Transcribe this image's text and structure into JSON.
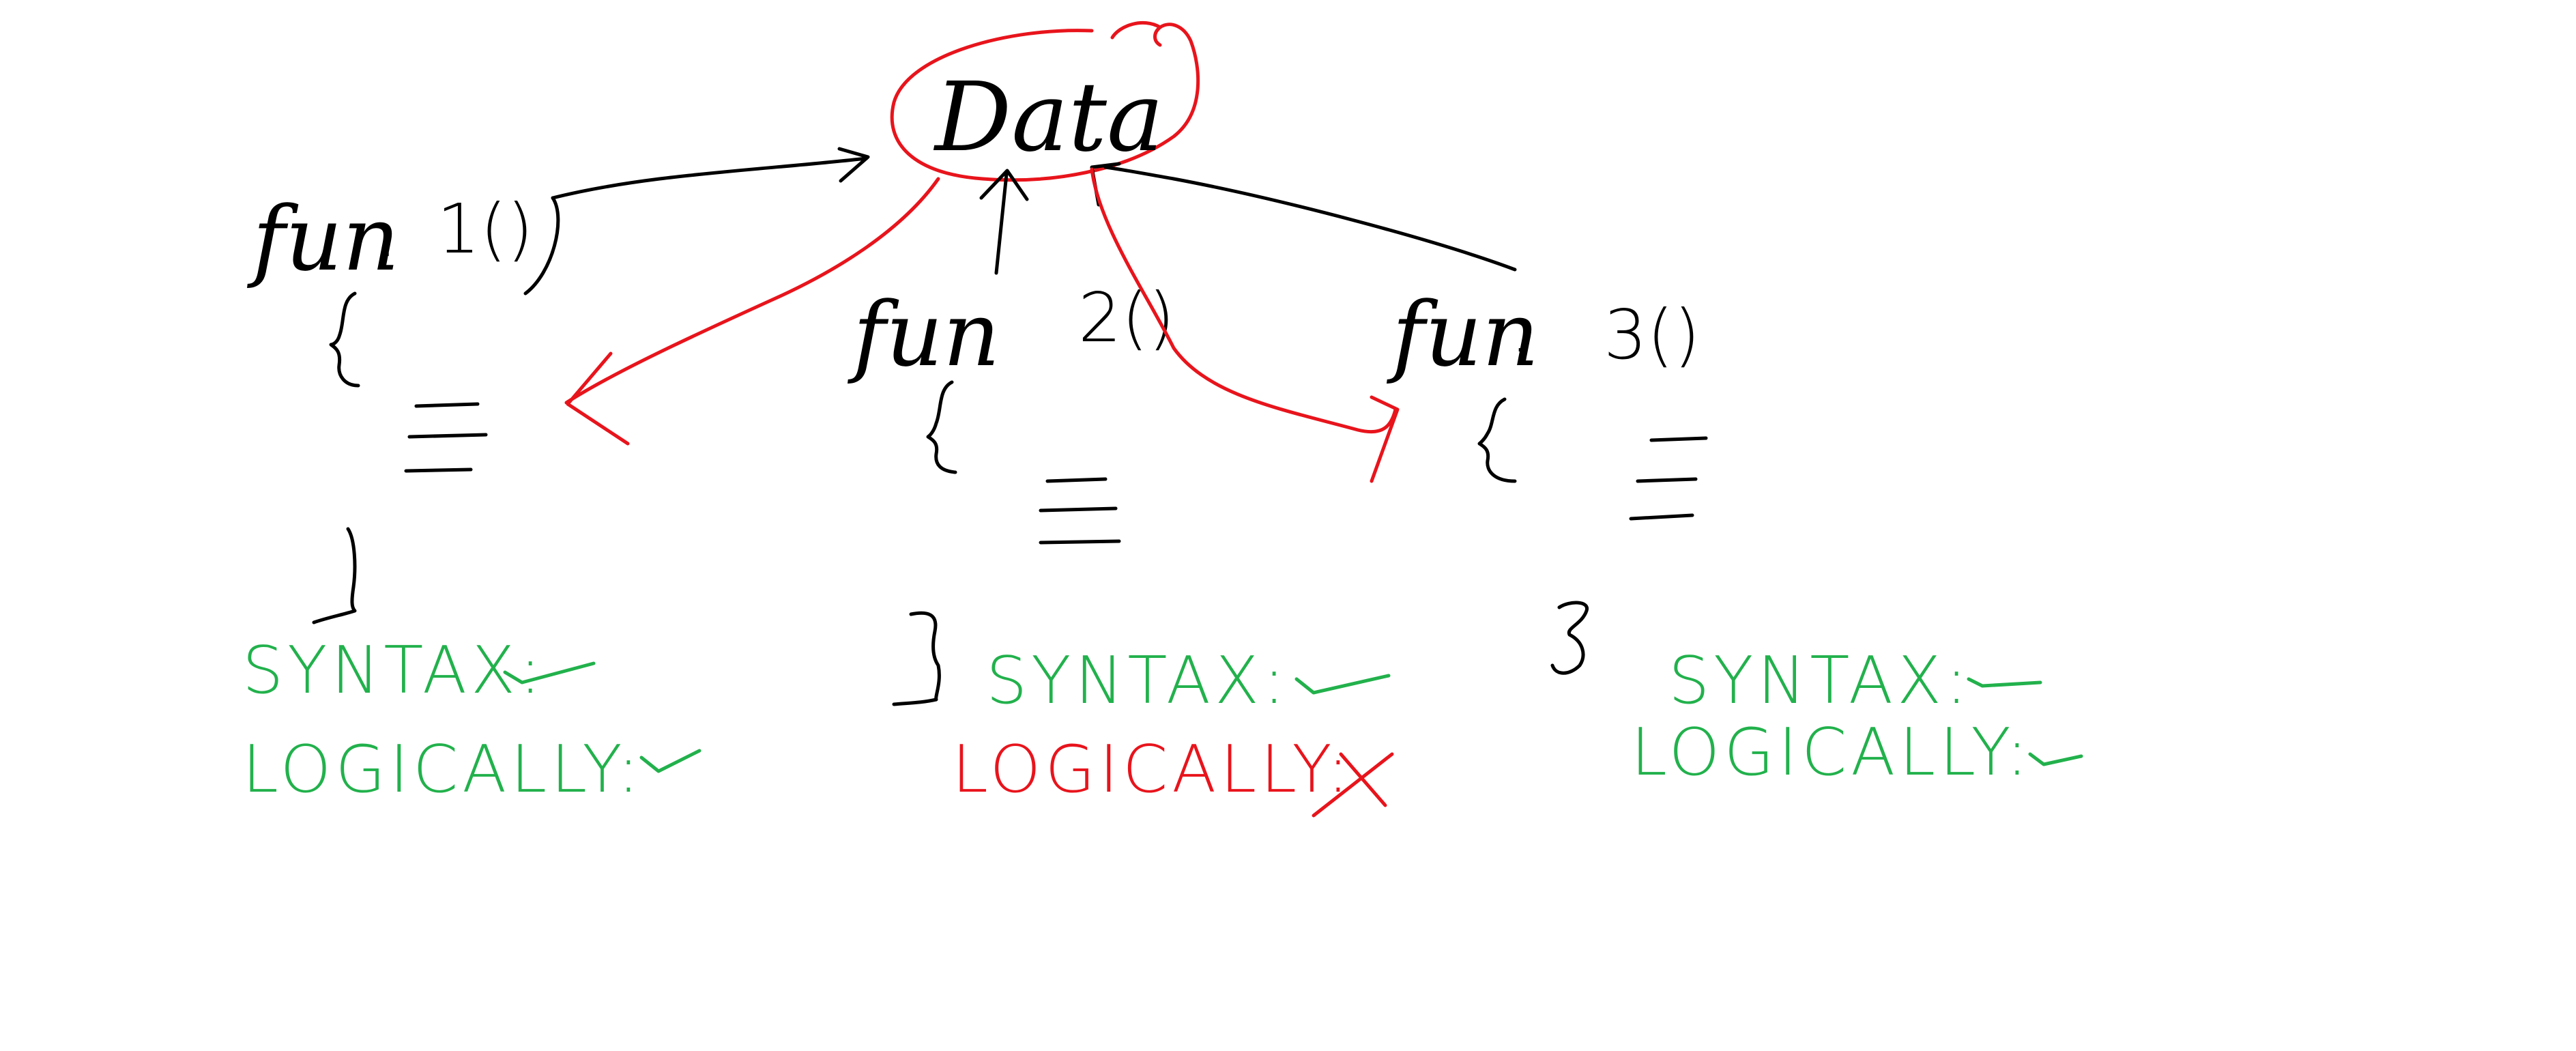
{
  "data_node": {
    "label": "Data",
    "circle_color": "#e8141c"
  },
  "functions": [
    {
      "name": "fun",
      "call": "1()",
      "syntax_label": "SYNTAX:",
      "syntax_mark": "✓",
      "syntax_color": "#22b14c",
      "logic_label": "LOGICALLY:",
      "logic_mark": "✓",
      "logic_color": "#22b14c"
    },
    {
      "name": "fun",
      "call": "2()",
      "syntax_label": "SYNTAX:",
      "syntax_mark": "✓",
      "syntax_color": "#22b14c",
      "logic_label": "LOGICALLY:",
      "logic_mark": "X",
      "logic_color": "#e8141c"
    },
    {
      "name": "fun",
      "call": "3()",
      "syntax_label": "SYNTAX:",
      "syntax_mark": "✓",
      "syntax_color": "#22b14c",
      "logic_label": "LOGICALLY:",
      "logic_mark": "✓",
      "logic_color": "#22b14c"
    }
  ],
  "colors": {
    "ink": "#000000",
    "error": "#e8141c",
    "ok": "#22b14c",
    "background": "#ffffff"
  }
}
